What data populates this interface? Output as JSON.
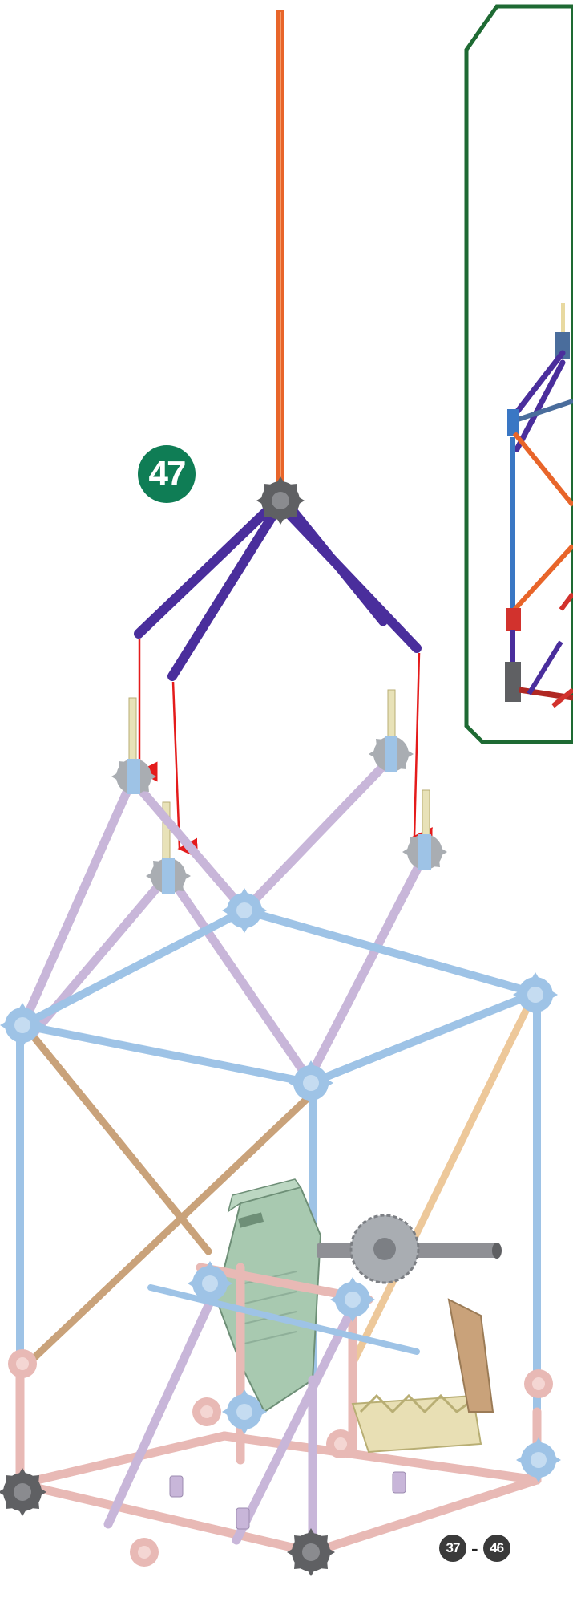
{
  "step": {
    "number": "47"
  },
  "step_range": {
    "from": "37",
    "separator": "-",
    "to": "46"
  },
  "colors": {
    "badge": "#0f7d55",
    "orange_rod": "#e8652a",
    "purple_rod": "#4a2e9c",
    "gray_connector": "#5f6063",
    "light_blue_frame": "#9ec3e6",
    "lavender_rod": "#c8b6d9",
    "tan_rod": "#c9a27a",
    "pink_frame": "#e8b9b5",
    "motor_green": "#a8c9b0",
    "arrow_red": "#e41b1b",
    "inset_border": "#1e6a33"
  }
}
